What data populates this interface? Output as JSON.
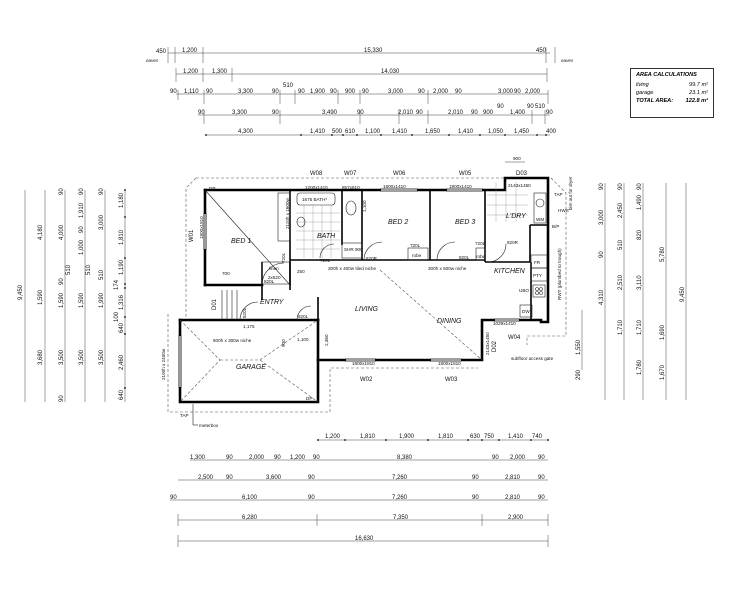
{
  "area_calculations": {
    "title": "AREA CALCULATIONS",
    "rows": [
      {
        "label": "living",
        "value": "99.7 m²"
      },
      {
        "label": "garage",
        "value": "23.1 m²"
      }
    ],
    "total": {
      "label": "TOTAL AREA:",
      "value": "122.8 m²"
    }
  },
  "rooms": {
    "bed1": "BED 1",
    "bath": "BATH",
    "bed2": "BED 2",
    "bed3": "BED 3",
    "laundry": "L'DRY",
    "kitchen": "KITCHEN",
    "living": "LIVING",
    "dining": "DINING",
    "entry": "ENTRY",
    "garage": "GARAGE",
    "linen": "linen"
  },
  "windows": {
    "w01": "W01",
    "w02": "W02",
    "w03": "W03",
    "w04": "W04",
    "w05": "W05",
    "w06": "W06",
    "w07": "W07",
    "w08": "W08",
    "d01": "D01",
    "d02": "D02",
    "d03": "D03",
    "w01_size": "1800x1810",
    "w02_size": "1800x1810",
    "w03_size": "1800x1810",
    "w04_size": "1029x1410",
    "w05_size": "1800x1410",
    "w06_size": "1800x1410",
    "w07_size": "857x610",
    "w08_size": "1200x1410",
    "d01_size": "2100 x 2400w",
    "d02_size": "2143x1450",
    "d03_size": "2143x1450",
    "garage_door": "2100h x 2400w"
  },
  "doors": {
    "bed1": "820L",
    "bath": "720L",
    "bed2": "820R",
    "robe2": "720L",
    "bed3": "820L",
    "robe3": "720L",
    "laundry": "820R",
    "entry": "820L",
    "bath_wc": "720L",
    "linen": "2x520",
    "garage": "820L",
    "bed1_robe": "720L",
    "wm_cupboard": "720L"
  },
  "fixtures": {
    "bath": "1675 BATH*",
    "shower": "SHR 900",
    "robe1": "2110h x 1600w",
    "robe2": "robe",
    "robe3": "robe",
    "wm": "WM",
    "fridge": "FR",
    "pantry": "PTY",
    "dishwasher": "DW",
    "uwo": "UBO",
    "bp": "B/P",
    "tap_top": "TAP",
    "tap_bottom": "TAP",
    "hws": "HWS",
    "dp_top": "DP",
    "dp_bottom": "DP"
  },
  "notes": {
    "niche_bath": "300h x 400w tiled niche",
    "niche_robe": "300h x 600w niche",
    "niche_garage": "600h x 300w niche",
    "meterbox": "meterbox",
    "subfloor": "subfloor access gate",
    "dryer": "bim out for dryer",
    "rwt": "RWT (plumbed to trough)",
    "eaves_left": "eaves",
    "eaves_right": "eaves",
    "dim_1195": "1,100",
    "dim_250": "250",
    "dim_700": "700",
    "dim_1175": "1,175",
    "dim_1100": "1,100",
    "dim_900": "900",
    "dim_600": "600",
    "dim_2360": "2,360",
    "dim_900_d03": "900"
  },
  "top_dims": {
    "row1": [
      "450",
      "1,200",
      "15,330",
      "450"
    ],
    "row2": [
      "1,200",
      "1,300",
      "14,030"
    ],
    "row3": [
      "90",
      "1,110",
      "90",
      "3,300",
      "90",
      "510",
      "90",
      "1,900",
      "90",
      "900",
      "90",
      "3,000",
      "90",
      "2,000",
      "90"
    ],
    "row4": [
      "90",
      "3,300",
      "90",
      "3,490",
      "90",
      "2,010",
      "90",
      "900",
      "90",
      "1,400",
      "90",
      "510",
      "90"
    ],
    "row5": [
      "4,300",
      "1,410",
      "500",
      "610",
      "1,100",
      "1,410",
      "1,650",
      "1,410",
      "1,050",
      "1,450",
      "400"
    ]
  },
  "left_dims": {
    "col1": [
      "9,450"
    ],
    "col2": [
      "4,180",
      "1,590",
      "3,680"
    ],
    "col3": [
      "90",
      "4,000",
      "90",
      "510",
      "90",
      "1,590",
      "90",
      "3,500",
      "90"
    ],
    "col4": [
      "90",
      "1,910",
      "90",
      "1,000",
      "90",
      "510",
      "90",
      "1,590",
      "90",
      "3,500",
      "90"
    ],
    "col5": [
      "90",
      "3,000",
      "90",
      "510",
      "90",
      "1,990",
      "90",
      "3,500",
      "90"
    ],
    "col6": [
      "1,180",
      "1,810",
      "1,190",
      "174",
      "1,316",
      "100",
      "640",
      "2,460",
      "640"
    ]
  },
  "right_dims": {
    "col1": [
      "90",
      "3,000",
      "90",
      "4,310",
      "90"
    ],
    "col2": [
      "90",
      "2,450",
      "90",
      "510",
      "90",
      "2,510",
      "90",
      "1,710",
      "90"
    ],
    "col3": [
      "90",
      "1,490",
      "90",
      "820",
      "90",
      "3,110",
      "90",
      "1,710",
      "90",
      "1,780",
      "90"
    ],
    "col4": [
      "5,780",
      "1,690",
      "1,670"
    ],
    "col5": [
      "9,450"
    ],
    "extra": [
      "1,550",
      "290"
    ]
  },
  "bottom_dims": {
    "row1": [
      "1,200",
      "1,810",
      "1,900",
      "1,810",
      "630",
      "750",
      "1,410",
      "740"
    ],
    "row2": [
      "1,300",
      "90",
      "2,000",
      "90",
      "1,200",
      "90",
      "8,380",
      "90",
      "2,000",
      "90"
    ],
    "row3": [
      "2,500",
      "90",
      "3,600",
      "90",
      "7,260",
      "90",
      "2,810",
      "90"
    ],
    "row4": [
      "90",
      "6,100",
      "90",
      "7,260",
      "90",
      "2,810",
      "90"
    ],
    "row5": [
      "6,280",
      "7,350",
      "2,900"
    ],
    "row6": [
      "16,630"
    ]
  }
}
